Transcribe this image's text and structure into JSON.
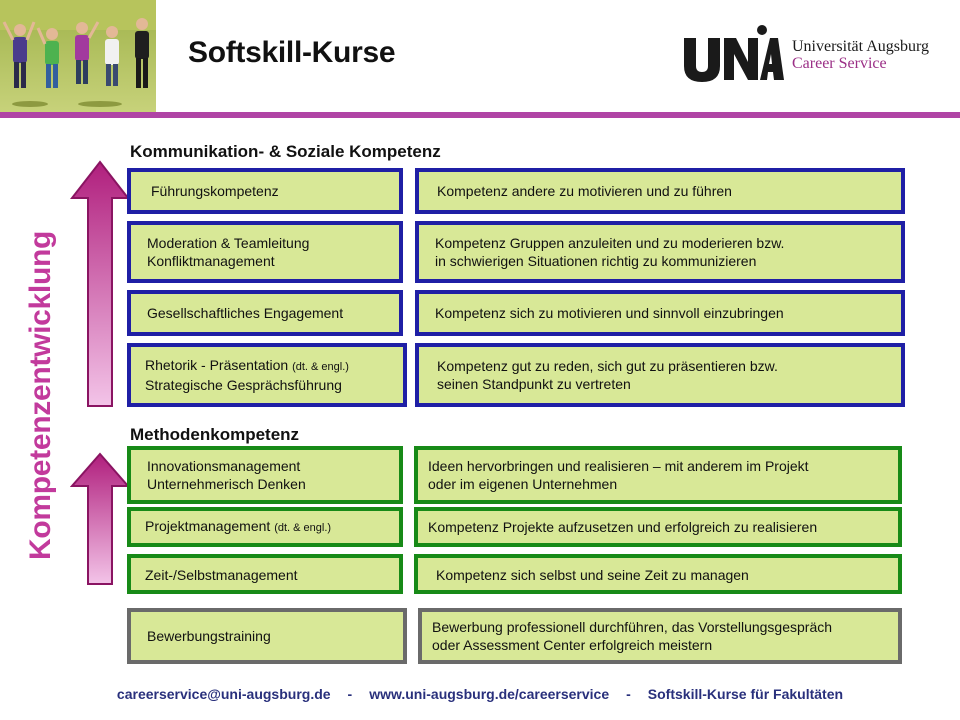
{
  "header": {
    "title": "Softskill-Kurse",
    "logo": {
      "mark_icon": "uni-augsburg-logo-icon",
      "line1": "Universität Augsburg",
      "line2": "Career Service"
    },
    "photo_icon": "jumping-students-photo-icon"
  },
  "vertical_title": "Kompetenzentwicklung",
  "sections": {
    "soziale": {
      "heading": "Kommunikation- & Soziale Kompetenz"
    },
    "methoden": {
      "heading": "Methodenkompetenz"
    }
  },
  "courses": [
    {
      "left": [
        "Führungskompetenz"
      ],
      "right": [
        "Kompetenz andere zu motivieren und zu führen"
      ]
    },
    {
      "left": [
        "Moderation & Teamleitung",
        "Konfliktmanagement"
      ],
      "right": [
        "Kompetenz Gruppen anzuleiten und zu moderieren bzw.",
        "in schwierigen Situationen richtig zu kommunizieren"
      ]
    },
    {
      "left": [
        "Gesellschaftliches Engagement"
      ],
      "right": [
        "Kompetenz sich zu motivieren und sinnvoll einzubringen"
      ]
    },
    {
      "left": [
        "Rhetorik - Präsentation",
        "Strategische Gesprächsführung"
      ],
      "left_small": "(dt. & engl.)",
      "right": [
        "Kompetenz gut zu reden, sich gut zu präsentieren bzw.",
        "seinen Standpunkt zu vertreten"
      ]
    },
    {
      "left": [
        "Innovationsmanagement",
        "Unternehmerisch Denken"
      ],
      "right": [
        "Ideen hervorbringen und realisieren – mit anderem im Projekt",
        "oder im eigenen Unternehmen"
      ]
    },
    {
      "left": [
        "Projektmanagement"
      ],
      "left_small": "(dt. & engl.)",
      "right": [
        "Kompetenz Projekte aufzusetzen und erfolgreich zu realisieren"
      ]
    },
    {
      "left": [
        "Zeit-/Selbstmanagement"
      ],
      "right": [
        "Kompetenz sich selbst und seine Zeit zu managen"
      ]
    },
    {
      "left": [
        "Bewerbungstraining"
      ],
      "right": [
        "Bewerbung professionell durchführen, das Vorstellungsgespräch",
        "oder Assessment Center erfolgreich meistern"
      ]
    }
  ],
  "footer": {
    "email": "careerservice@uni-augsburg.de",
    "url": "www.uni-augsburg.de/careerservice",
    "text": "Softskill-Kurse für Fakultäten",
    "separator": "-"
  },
  "colors": {
    "accent_purple": "#b044a5",
    "vertical_title": "#c23a9c",
    "box_fill": "#d8e897",
    "border_blue": "#1f1fa5",
    "border_green": "#178a17",
    "border_gray": "#6a6a6a",
    "footer_text": "#29307c"
  }
}
